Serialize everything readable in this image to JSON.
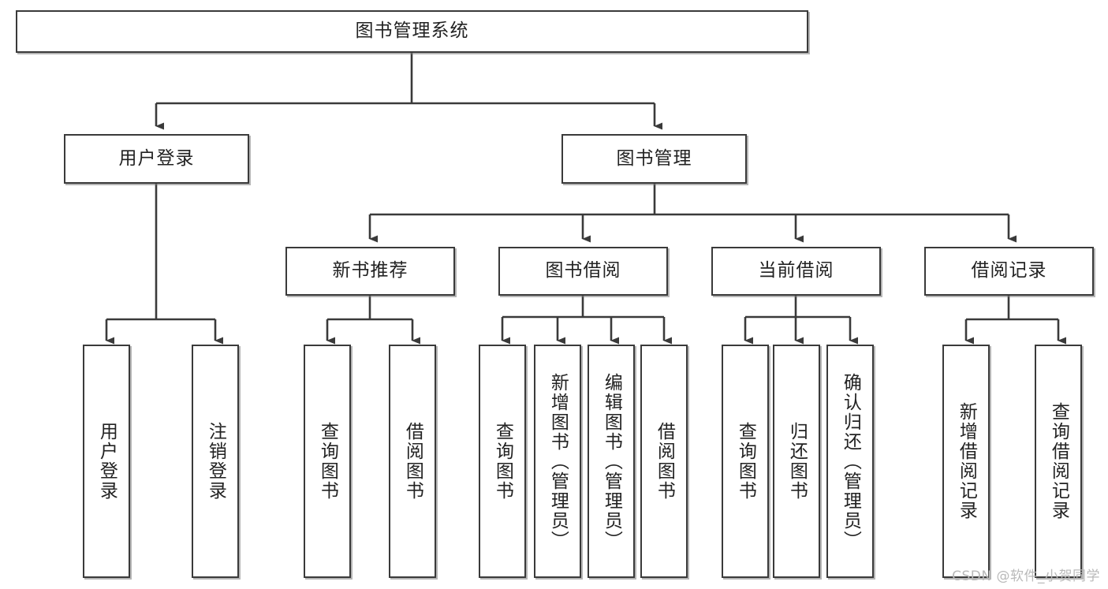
{
  "diagram": {
    "title": "图书管理系统",
    "type": "tree-hierarchy",
    "root": {
      "label": "图书管理系统"
    },
    "level2": [
      {
        "label": "用户登录"
      },
      {
        "label": "图书管理"
      }
    ],
    "level3": [
      {
        "label": "新书推荐"
      },
      {
        "label": "图书借阅"
      },
      {
        "label": "当前借阅"
      },
      {
        "label": "借阅记录"
      }
    ],
    "leaves": {
      "user_login": [
        {
          "label": "用户登录"
        },
        {
          "label": "注销登录"
        }
      ],
      "new_book_recommend": [
        {
          "label": "查询图书"
        },
        {
          "label": "借阅图书"
        }
      ],
      "book_borrow": [
        {
          "label": "查询图书"
        },
        {
          "label": "新增图书（管理员）"
        },
        {
          "label": "编辑图书（管理员）"
        },
        {
          "label": "借阅图书"
        }
      ],
      "current_borrow": [
        {
          "label": "查询图书"
        },
        {
          "label": "归还图书"
        },
        {
          "label": "确认归还（管理员）"
        }
      ],
      "borrow_record": [
        {
          "label": "新增借阅记录"
        },
        {
          "label": "查询借阅记录"
        }
      ]
    }
  },
  "watermark": {
    "text": "CSDN @软件_小贺同学"
  },
  "colors": {
    "border": "#3a3a3a",
    "text": "#222222",
    "background": "#ffffff",
    "watermark": "#b9b9b9"
  }
}
